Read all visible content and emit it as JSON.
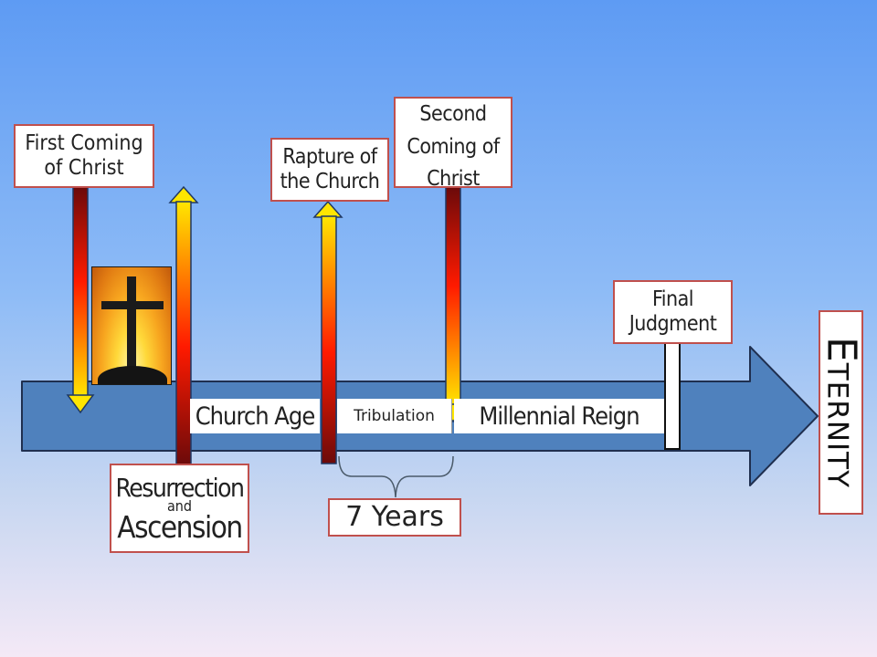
{
  "events": {
    "first_coming": "First Coming of Christ",
    "resurrection": "Resurrection",
    "resurrection_and": "and",
    "ascension": "Ascension",
    "rapture": "Rapture of the Church",
    "second_coming": "Second Coming of Christ",
    "final_judgment": "Final Judgment"
  },
  "periods": {
    "church_age": "Church Age",
    "tribulation": "Tribulation",
    "millennial_reign": "Millennial Reign",
    "seven_years": "7 Years"
  },
  "eternity": {
    "first_letter": "E",
    "rest": "TERNITY"
  },
  "colors": {
    "timeline_fill": "#4f81bd",
    "box_border": "#c0504d",
    "arrow_dark": "#6b0a0a",
    "arrow_red": "#ff1a00",
    "arrow_yellow": "#ffe600"
  }
}
